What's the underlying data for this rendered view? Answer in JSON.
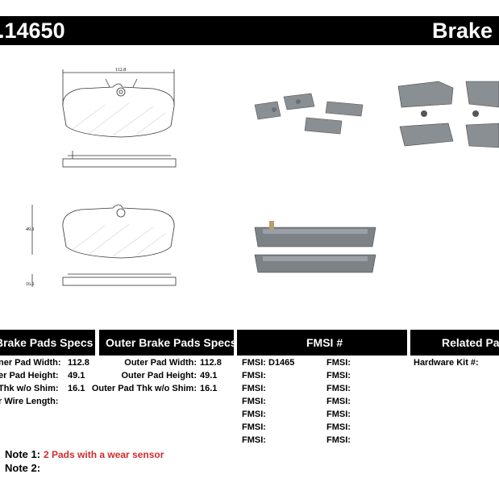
{
  "header": {
    "part_number": ".14650",
    "title": "Brake F"
  },
  "drawing": {
    "dim_width": "112.8",
    "dim_height": "49.1",
    "dim_thickness": "16.1"
  },
  "specs": {
    "inner_heading": "Brake Pads Specs",
    "outer_heading": "Outer Brake Pads Specs",
    "fmsi_heading": "FMSI #",
    "related_heading": "Related Par",
    "inner_rows": [
      {
        "label": "ner Pad Width:",
        "value": "112.8"
      },
      {
        "label": "er Pad Height:",
        "value": "49.1"
      },
      {
        "label": "Thk w/o Shim:",
        "value": "16.1"
      },
      {
        "label": "r Wire Length:",
        "value": ""
      }
    ],
    "outer_rows": [
      {
        "label": "Outer Pad Width:",
        "value": "112.8"
      },
      {
        "label": "Outer Pad Height:",
        "value": "49.1"
      },
      {
        "label": "Outer Pad Thk w/o Shim:",
        "value": "16.1"
      }
    ],
    "fmsi_rows": [
      {
        "left_label": "FMSI:",
        "left_value": "D1465",
        "right_label": "FMSI:",
        "right_value": ""
      },
      {
        "left_label": "FMSI:",
        "left_value": "",
        "right_label": "FMSI:",
        "right_value": ""
      },
      {
        "left_label": "FMSI:",
        "left_value": "",
        "right_label": "FMSI:",
        "right_value": ""
      },
      {
        "left_label": "FMSI:",
        "left_value": "",
        "right_label": "FMSI:",
        "right_value": ""
      },
      {
        "left_label": "FMSI:",
        "left_value": "",
        "right_label": "FMSI:",
        "right_value": ""
      },
      {
        "left_label": "FMSI:",
        "left_value": "",
        "right_label": "FMSI:",
        "right_value": ""
      },
      {
        "left_label": "FMSI:",
        "left_value": "",
        "right_label": "FMSI:",
        "right_value": ""
      }
    ],
    "related": {
      "label": "Hardware Kit #:",
      "value": ""
    }
  },
  "notes": {
    "note1_label": "Note 1:",
    "note1_value": "2 Pads with a wear sensor",
    "note2_label": "Note 2:",
    "note2_value": ""
  },
  "colors": {
    "bar": "#000000",
    "note_red": "#d22b2b",
    "pad_gray": "#8a8f94"
  }
}
